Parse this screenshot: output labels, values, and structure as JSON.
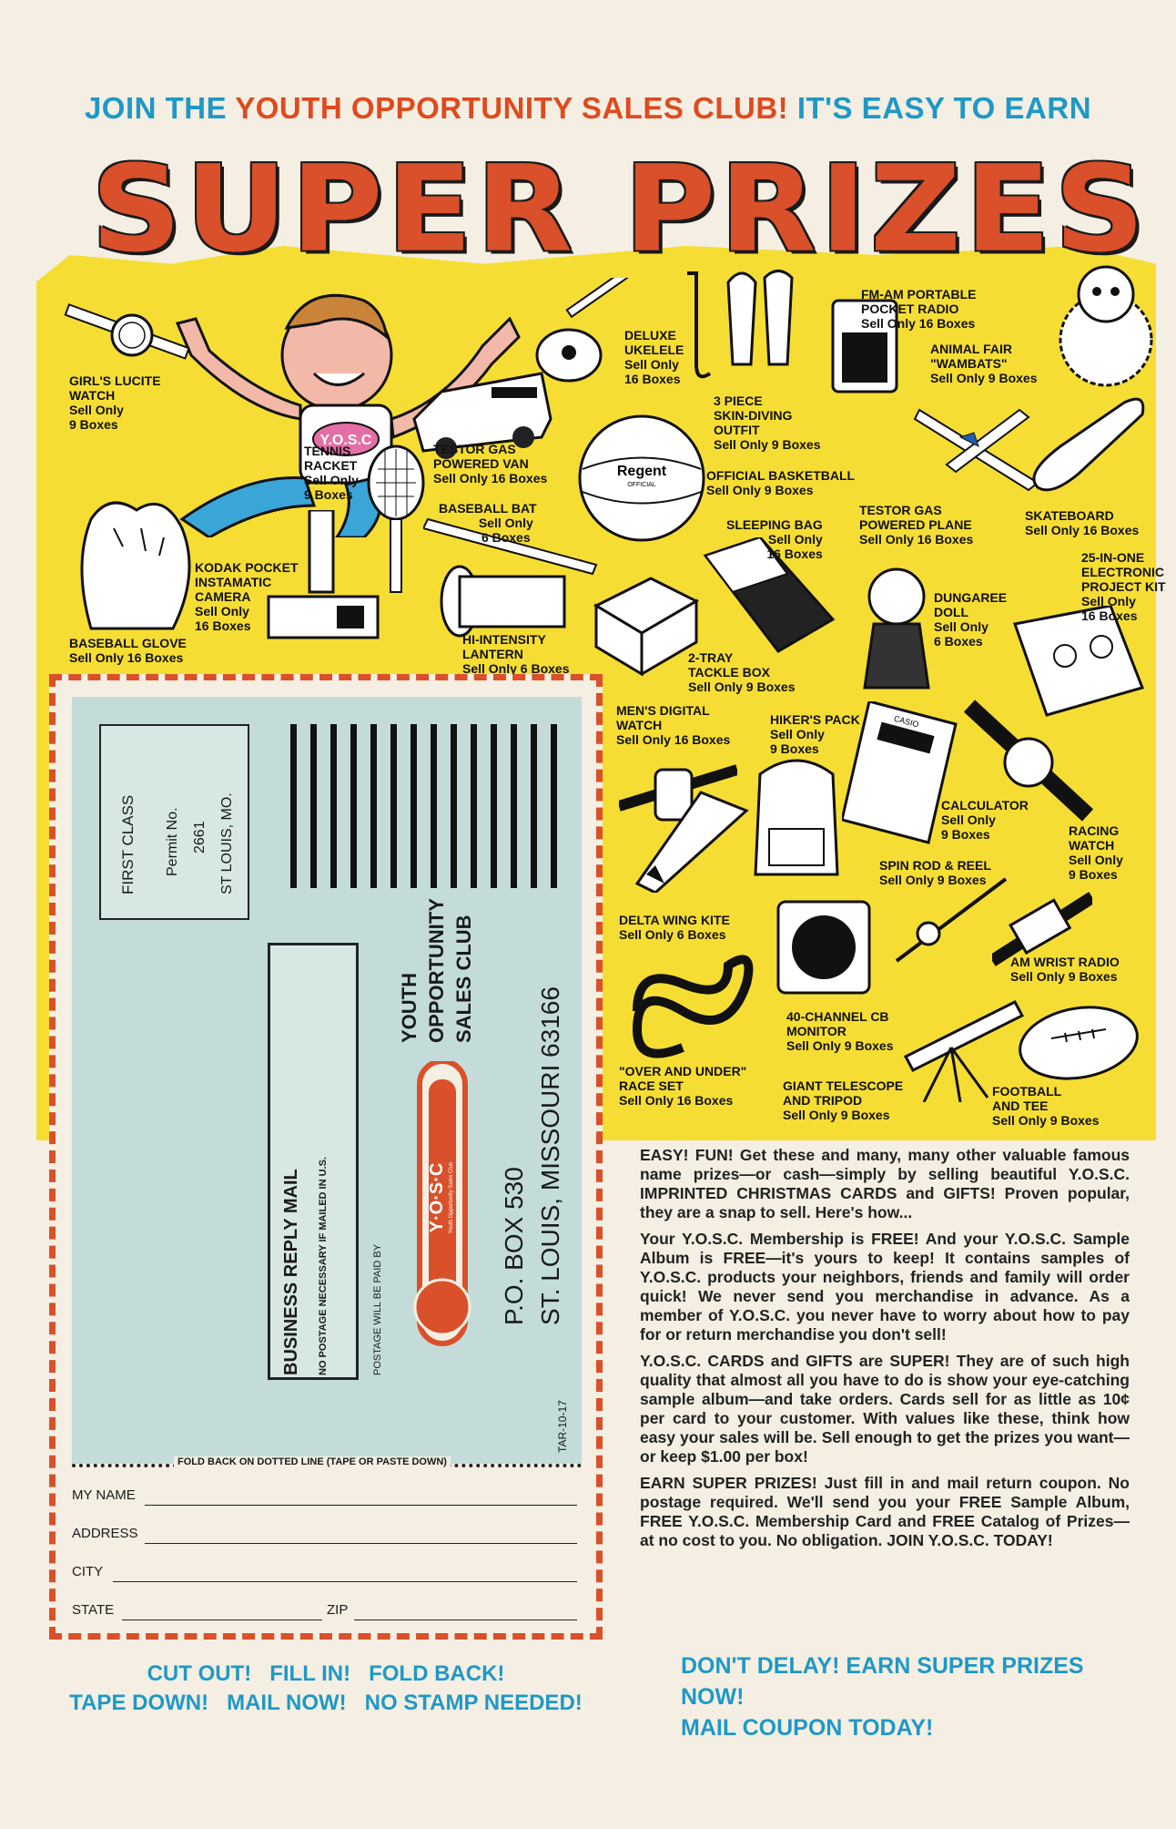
{
  "header": {
    "join": "JOIN THE",
    "club": "YOUTH OPPORTUNITY SALES CLUB!",
    "easy": "IT'S EASY TO EARN",
    "title": "SUPER PRIZES"
  },
  "mascot": {
    "shirt": "Y.O.S.C"
  },
  "prizes": [
    {
      "name": "GIRL'S LUCITE\nWATCH",
      "price": "Sell Only\n9 Boxes"
    },
    {
      "name": "TENNIS\nRACKET",
      "price": "Sell Only\n9 Boxes"
    },
    {
      "name": "TESTOR GAS\nPOWERED VAN",
      "price": "Sell Only 16 Boxes"
    },
    {
      "name": "DELUXE\nUKELELE",
      "price": "Sell Only\n16 Boxes"
    },
    {
      "name": "3 PIECE\nSKIN-DIVING\nOUTFIT",
      "price": "Sell Only 9 Boxes"
    },
    {
      "name": "FM-AM PORTABLE\nPOCKET RADIO",
      "price": "Sell Only 16 Boxes"
    },
    {
      "name": "ANIMAL FAIR\n\"WAMBATS\"",
      "price": "Sell Only 9 Boxes"
    },
    {
      "name": "OFFICIAL BASKETBALL",
      "price": "Sell Only 9 Boxes"
    },
    {
      "name": "BASEBALL BAT",
      "price": "Sell Only\n6 Boxes"
    },
    {
      "name": "SLEEPING BAG",
      "price": "Sell Only\n16 Boxes"
    },
    {
      "name": "TESTOR GAS\nPOWERED PLANE",
      "price": "Sell Only 16 Boxes"
    },
    {
      "name": "SKATEBOARD",
      "price": "Sell Only 16 Boxes"
    },
    {
      "name": "KODAK POCKET\nINSTAMATIC\nCAMERA",
      "price": "Sell Only\n16 Boxes"
    },
    {
      "name": "BASEBALL GLOVE",
      "price": "Sell Only 16 Boxes"
    },
    {
      "name": "HI-INTENSITY\nLANTERN",
      "price": "Sell Only 6 Boxes"
    },
    {
      "name": "2-TRAY\nTACKLE BOX",
      "price": "Sell Only 9 Boxes"
    },
    {
      "name": "DUNGAREE\nDOLL",
      "price": "Sell Only\n6 Boxes"
    },
    {
      "name": "25-IN-ONE\nELECTRONIC\nPROJECT KIT",
      "price": "Sell Only\n16 Boxes"
    },
    {
      "name": "MEN'S DIGITAL\nWATCH",
      "price": "Sell Only 16 Boxes"
    },
    {
      "name": "HIKER'S PACK",
      "price": "Sell Only\n9 Boxes"
    },
    {
      "name": "CALCULATOR",
      "price": "Sell Only\n9 Boxes"
    },
    {
      "name": "RACING\nWATCH",
      "price": "Sell Only\n9 Boxes"
    },
    {
      "name": "SPIN ROD & REEL",
      "price": "Sell Only 9 Boxes"
    },
    {
      "name": "DELTA WING KITE",
      "price": "Sell Only 6 Boxes"
    },
    {
      "name": "AM WRIST RADIO",
      "price": "Sell Only 9 Boxes"
    },
    {
      "name": "40-CHANNEL CB\nMONITOR",
      "price": "Sell Only 9 Boxes"
    },
    {
      "name": "\"OVER AND UNDER\"\nRACE SET",
      "price": "Sell Only 16 Boxes"
    },
    {
      "name": "GIANT TELESCOPE\nAND TRIPOD",
      "price": "Sell Only 9 Boxes"
    },
    {
      "name": "FOOTBALL\nAND TEE",
      "price": "Sell Only 9 Boxes"
    }
  ],
  "product_marks": {
    "basketball": "Regent",
    "basketball_sub": "OFFICIAL",
    "calculator": "CASIO"
  },
  "coupon": {
    "first_class": "FIRST CLASS",
    "permit": "Permit No.",
    "permit_no": "2661",
    "city": "ST LOUIS, MO.",
    "brm": "BUSINESS REPLY MAIL",
    "no_postage": "NO POSTAGE NECESSARY IF MAILED IN U.S.",
    "paid_by": "POSTAGE WILL BE PAID BY",
    "org1": "YOUTH",
    "org2": "OPPORTUNITY",
    "org3": "SALES CLUB",
    "logo": "Y·O·S·C",
    "logo_sub": "Youth Opportunity Sales Club",
    "box": "P.O. BOX 530",
    "address": "ST. LOUIS, MISSOURI 63166",
    "code": "TAR-10-17",
    "fold": "FOLD BACK ON DOTTED LINE (TAPE OR PASTE DOWN)",
    "name_label": "MY NAME",
    "address_label": "ADDRESS",
    "city_label": "CITY",
    "state_label": "STATE",
    "zip_label": "ZIP"
  },
  "instructions_left": {
    "line1": "CUT OUT!   FILL IN!   FOLD BACK!",
    "line2": "TAPE DOWN!   MAIL NOW!   NO STAMP NEEDED!"
  },
  "body": {
    "p1": "EASY! FUN! Get these and many, many other valuable famous name prizes—or cash—simply by selling beautiful Y.O.S.C. IMPRINTED CHRISTMAS CARDS and GIFTS! Proven popular, they are a snap to sell. Here's how...",
    "p2": "Your Y.O.S.C. Membership is FREE! And your Y.O.S.C. Sample Album is FREE—it's yours to keep! It contains samples of Y.O.S.C. products your neighbors, friends and family will order quick! We never send you merchandise in advance. As a member of Y.O.S.C. you never have to worry about how to pay for or return merchandise you don't sell!",
    "p3": "Y.O.S.C. CARDS and GIFTS are SUPER! They are of such high quality that almost all you have to do is show your eye-catching sample album—and take orders. Cards sell for as little as 10¢ per card to your customer. With values like these, think how easy your sales will be. Sell enough to get the prizes you want—or keep $1.00 per box!",
    "p4": "EARN SUPER PRIZES! Just fill in and mail return coupon. No postage required. We'll send you your FREE Sample Album, FREE Y.O.S.C. Membership Card and FREE Catalog of Prizes—at no cost to you. No obligation. JOIN Y.O.S.C. TODAY!"
  },
  "instructions_right": {
    "line1": "DON'T DELAY! EARN SUPER PRIZES NOW!",
    "line2": "MAIL COUPON TODAY!"
  },
  "colors": {
    "yellow": "#f6dd34",
    "red": "#d9502a",
    "blue": "#1f98c6",
    "paper": "#f4efe2",
    "mailer": "#c3dcda"
  }
}
